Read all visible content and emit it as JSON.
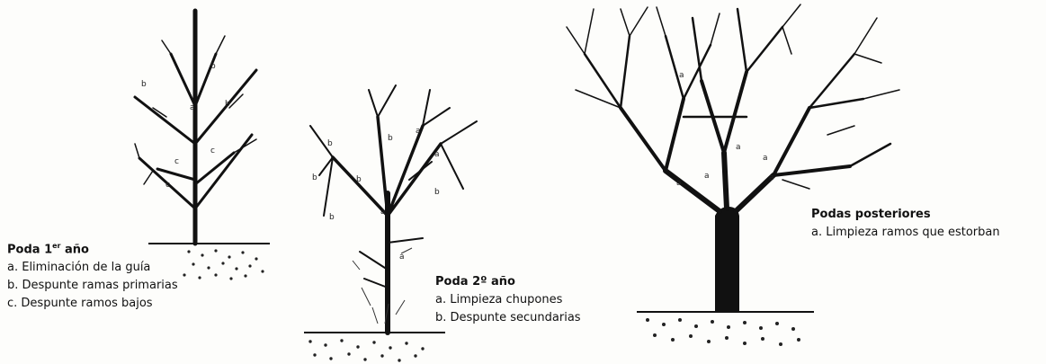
{
  "trees": [
    {
      "title_prefix": "Poda 1",
      "title_sup": "er",
      "title_suffix": " año",
      "items": [
        "a. Eliminación de la guía",
        "b. Despunte ramas primarias",
        "c. Despunte ramos bajos"
      ],
      "marks": [
        "a",
        "b",
        "b",
        "b",
        "c",
        "c",
        "c"
      ]
    },
    {
      "title": "Poda 2º año",
      "items": [
        "a. Limpieza chupones",
        "b. Despunte secundarias"
      ],
      "marks": [
        "a",
        "a",
        "a",
        "a",
        "b",
        "b",
        "b",
        "b",
        "b",
        "b"
      ]
    },
    {
      "title": "Podas posteriores",
      "items": [
        "a. Limpieza ramos que estorban"
      ],
      "marks": [
        "a",
        "a",
        "a",
        "a",
        "a",
        "a"
      ]
    }
  ]
}
